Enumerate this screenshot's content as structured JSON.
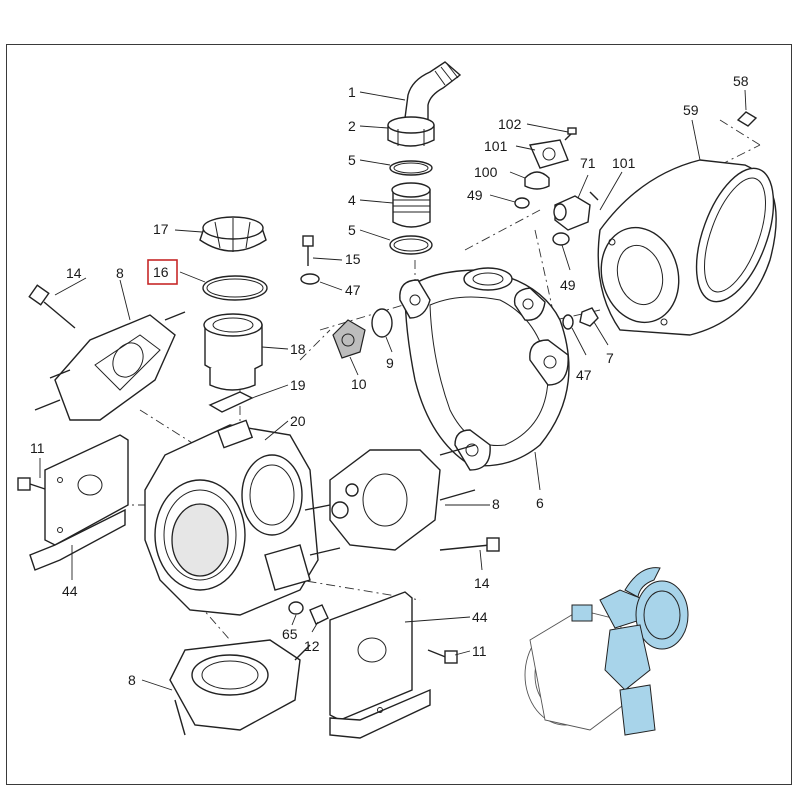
{
  "diagram": {
    "callouts": {
      "c1": "1",
      "c2": "2",
      "c5a": "5",
      "c4": "4",
      "c5b": "5",
      "c102": "102",
      "c101a": "101",
      "c100": "100",
      "c49a": "49",
      "c71": "71",
      "c101b": "101",
      "c58": "58",
      "c59": "59",
      "c17": "17",
      "c16": "16",
      "c15": "15",
      "c47a": "47",
      "c14a": "14",
      "c8a": "8",
      "c18": "18",
      "c19": "19",
      "c9": "9",
      "c10": "10",
      "c49b": "49",
      "c47b": "47",
      "c7": "7",
      "c20": "20",
      "c6": "6",
      "c11a": "11",
      "c8b": "8",
      "c44a": "44",
      "c14b": "14",
      "c65": "65",
      "c12": "12",
      "c44b": "44",
      "c11b": "11",
      "c8c": "8"
    },
    "highlighted_callout": "16",
    "colors": {
      "highlight": "#c62828",
      "inset_blue": "#a8d4ea",
      "line": "#222222"
    },
    "inset_icon": "pump-assembly-overview"
  }
}
